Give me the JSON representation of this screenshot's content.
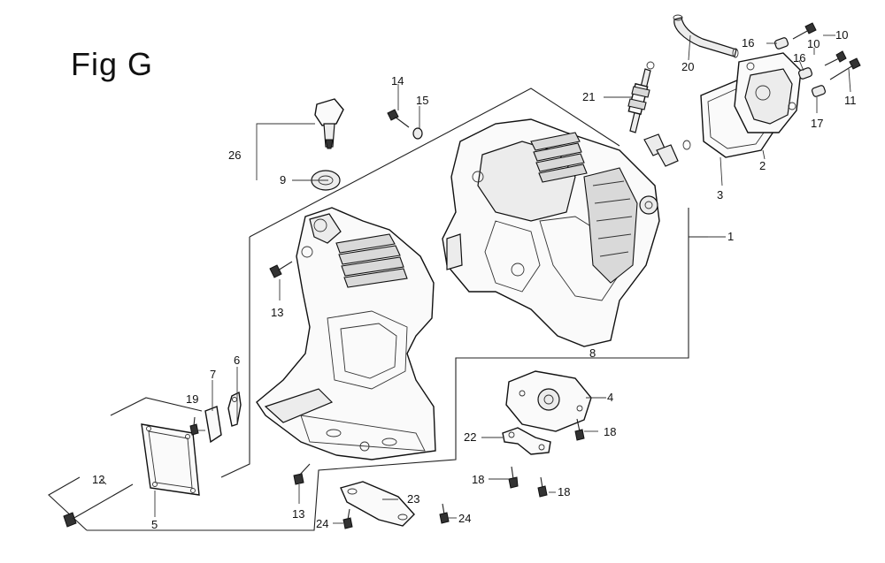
{
  "figure_title": "Fig G",
  "callouts": [
    {
      "id": "1",
      "text": "1"
    },
    {
      "id": "2",
      "text": "2"
    },
    {
      "id": "3",
      "text": "3"
    },
    {
      "id": "4",
      "text": "4"
    },
    {
      "id": "5",
      "text": "5"
    },
    {
      "id": "6",
      "text": "6"
    },
    {
      "id": "7",
      "text": "7"
    },
    {
      "id": "8",
      "text": "8"
    },
    {
      "id": "9",
      "text": "9"
    },
    {
      "id": "10a",
      "text": "10"
    },
    {
      "id": "10b",
      "text": "10"
    },
    {
      "id": "11",
      "text": "11"
    },
    {
      "id": "12",
      "text": "12"
    },
    {
      "id": "13a",
      "text": "13"
    },
    {
      "id": "13b",
      "text": "13"
    },
    {
      "id": "14",
      "text": "14"
    },
    {
      "id": "15",
      "text": "15"
    },
    {
      "id": "16a",
      "text": "16"
    },
    {
      "id": "16b",
      "text": "16"
    },
    {
      "id": "17",
      "text": "17"
    },
    {
      "id": "18a",
      "text": "18"
    },
    {
      "id": "18b",
      "text": "18"
    },
    {
      "id": "18c",
      "text": "18"
    },
    {
      "id": "19",
      "text": "19"
    },
    {
      "id": "20",
      "text": "20"
    },
    {
      "id": "21",
      "text": "21"
    },
    {
      "id": "22",
      "text": "22"
    },
    {
      "id": "23",
      "text": "23"
    },
    {
      "id": "24a",
      "text": "24"
    },
    {
      "id": "24b",
      "text": "24"
    },
    {
      "id": "26",
      "text": "26"
    }
  ]
}
